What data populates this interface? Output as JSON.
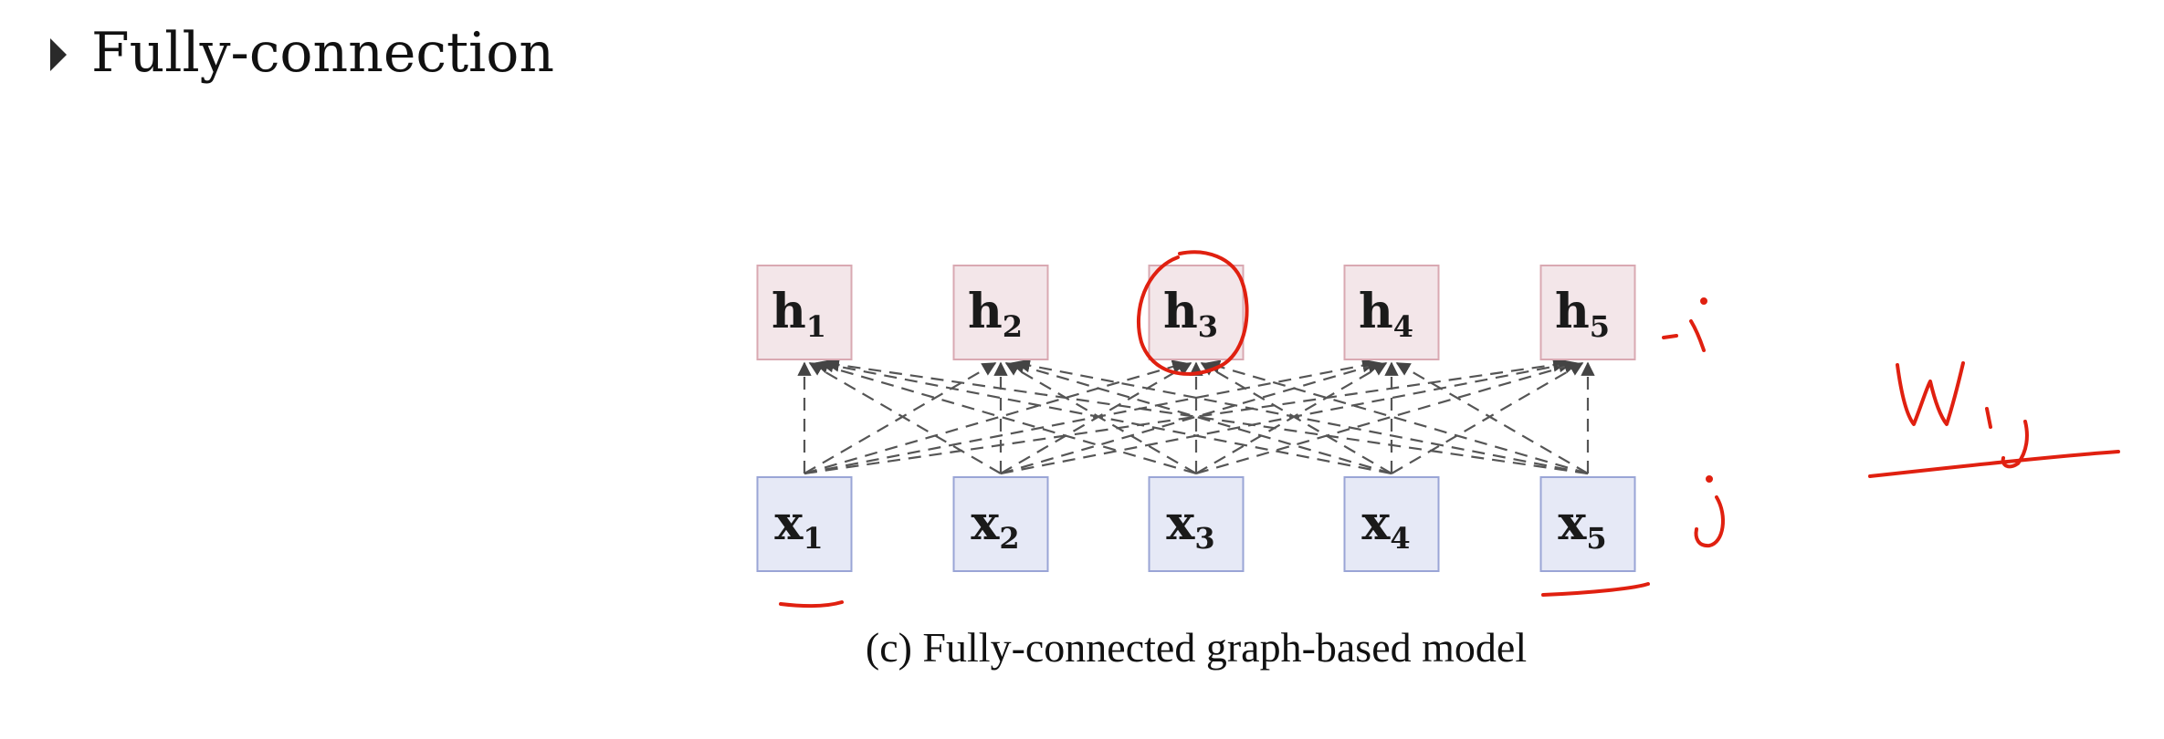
{
  "slide": {
    "bullet_text": "Fully-connection"
  },
  "diagram": {
    "hidden_nodes": [
      {
        "letter": "h",
        "sub": "1"
      },
      {
        "letter": "h",
        "sub": "2"
      },
      {
        "letter": "h",
        "sub": "3"
      },
      {
        "letter": "h",
        "sub": "4"
      },
      {
        "letter": "h",
        "sub": "5"
      }
    ],
    "input_nodes": [
      {
        "letter": "x",
        "sub": "1"
      },
      {
        "letter": "x",
        "sub": "2"
      },
      {
        "letter": "x",
        "sub": "3"
      },
      {
        "letter": "x",
        "sub": "4"
      },
      {
        "letter": "x",
        "sub": "5"
      }
    ],
    "caption": "(c) Fully-connected graph-based model",
    "colors": {
      "hidden_fill": "#f3e6e9",
      "hidden_stroke": "#d9a9b2",
      "input_fill": "#e6e9f6",
      "input_stroke": "#9aa5d6",
      "edge": "#555555",
      "annotation": "#e02010"
    }
  },
  "annotations": {
    "row_label_top": "i",
    "row_label_bottom": "j",
    "weight_label": "Wij"
  }
}
